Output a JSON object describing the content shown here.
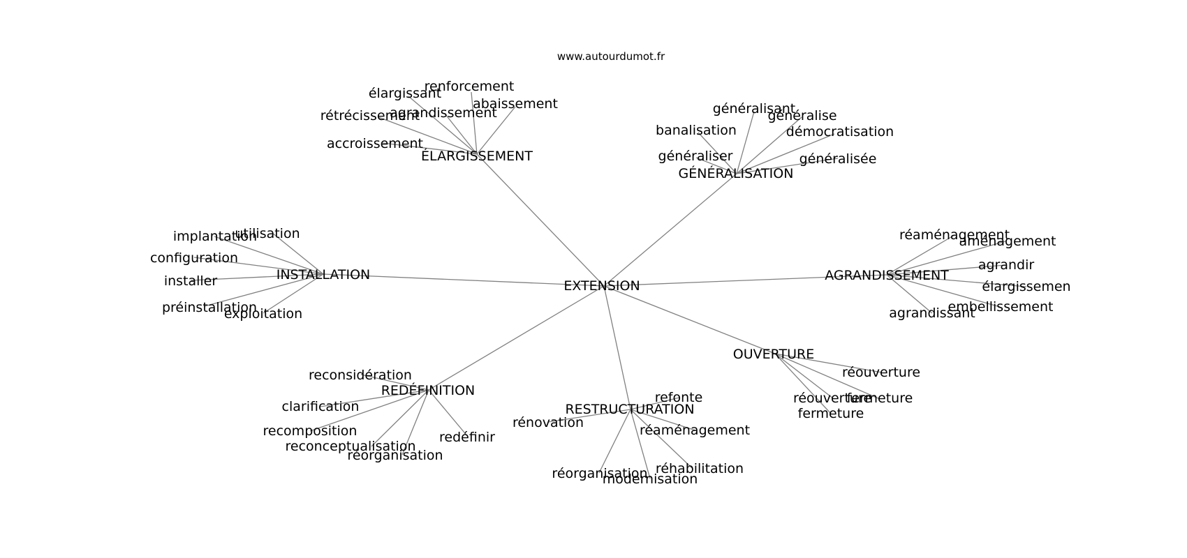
{
  "source": "www.autourdumot.fr",
  "center": "EXTENSION",
  "groups": [
    {
      "hub": "ÉLARGISSEMENT",
      "words": [
        "renforcement",
        "élargissant",
        "abaissement",
        "agrandissement",
        "rétrécissement",
        "accroissement"
      ]
    },
    {
      "hub": "GÉNÉRALISATION",
      "words": [
        "généralisant",
        "généralise",
        "banalisation",
        "démocratisation",
        "généraliser",
        "généralisée"
      ]
    },
    {
      "hub": "INSTALLATION",
      "words": [
        "utilisation",
        "implantation",
        "configuration",
        "installer",
        "préinstallation",
        "exploitation"
      ]
    },
    {
      "hub": "AGRANDISSEMENT",
      "words": [
        "réaménagement",
        "aménagement",
        "agrandir",
        "élargissemen",
        "embellissement",
        "agrandissant"
      ]
    },
    {
      "hub": "OUVERTURE",
      "words": [
        "réouverture",
        "réouverture",
        "fermeture",
        "fermeture"
      ]
    },
    {
      "hub": "REDÉFINITION",
      "words": [
        "reconsidération",
        "clarification",
        "recomposition",
        "reconceptualisation",
        "réorganisation",
        "redéfinir"
      ]
    },
    {
      "hub": "RESTRUCTURATION",
      "words": [
        "refonte",
        "rénovation",
        "réaménagement",
        "réhabilitation",
        "réorganisation",
        "modernisation"
      ]
    }
  ]
}
